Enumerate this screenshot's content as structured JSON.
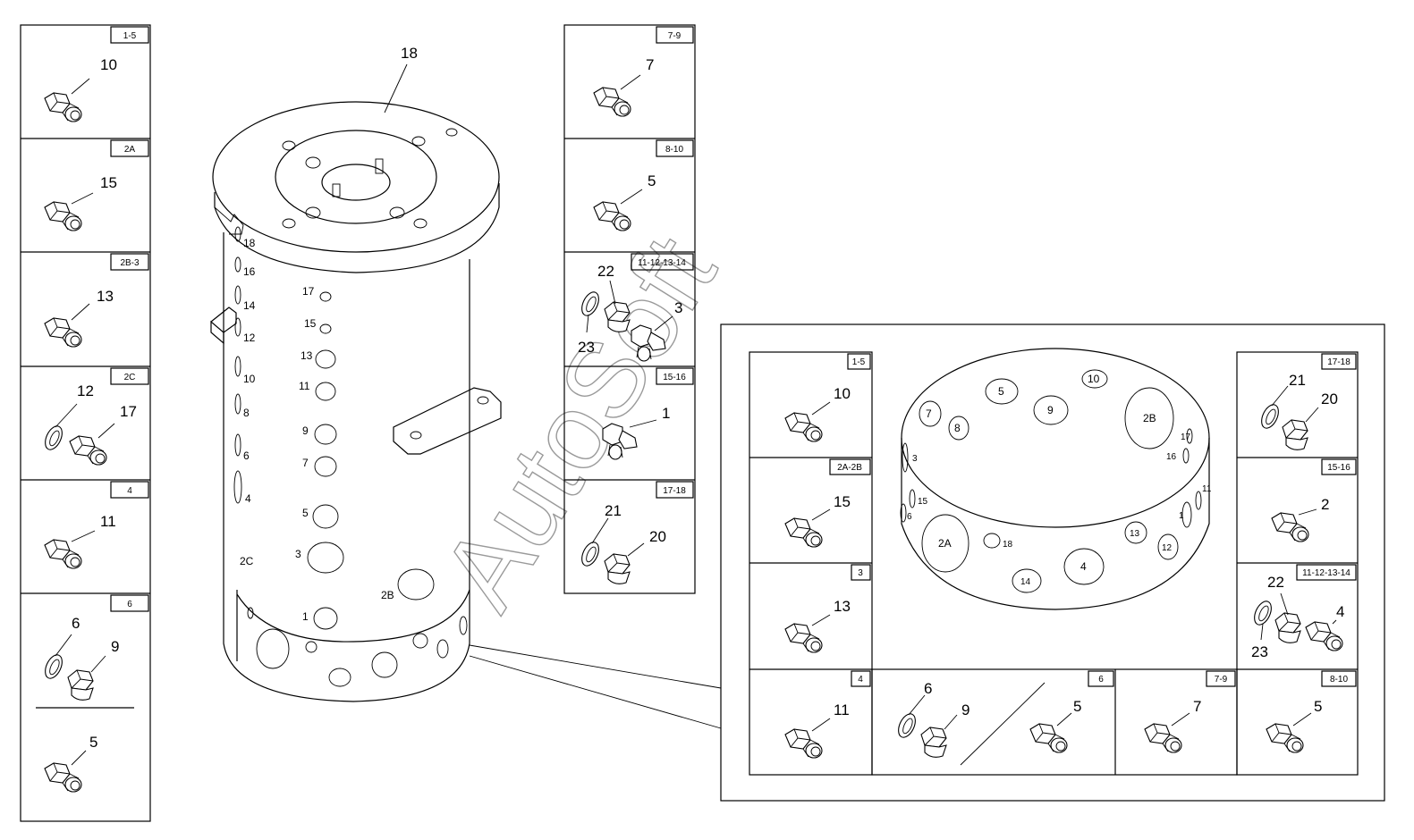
{
  "watermark": "AutoSoft",
  "main_label": "18",
  "cylinder_port_labels": [
    "18",
    "16",
    "14",
    "12",
    "10",
    "8",
    "6",
    "4",
    "17",
    "15",
    "13",
    "11",
    "9",
    "7",
    "5",
    "3",
    "1",
    "2C",
    "2B"
  ],
  "left_panels": [
    {
      "tag": "1-5",
      "labels": [
        "10"
      ]
    },
    {
      "tag": "2A",
      "labels": [
        "15"
      ]
    },
    {
      "tag": "2B-3",
      "labels": [
        "13"
      ]
    },
    {
      "tag": "2C",
      "labels": [
        "12",
        "17"
      ]
    },
    {
      "tag": "4",
      "labels": [
        "11"
      ]
    },
    {
      "tag": "6",
      "labels": [
        "6",
        "9",
        "5"
      ]
    }
  ],
  "middle_panels": [
    {
      "tag": "7-9",
      "labels": [
        "7"
      ]
    },
    {
      "tag": "8-10",
      "labels": [
        "5"
      ]
    },
    {
      "tag": "11-12-13-14",
      "labels": [
        "22",
        "3",
        "23"
      ]
    },
    {
      "tag": "15-16",
      "labels": [
        "1"
      ]
    },
    {
      "tag": "17-18",
      "labels": [
        "21",
        "20"
      ]
    }
  ],
  "detail_left_panels": [
    {
      "tag": "1-5",
      "labels": [
        "10"
      ]
    },
    {
      "tag": "2A-2B",
      "labels": [
        "15"
      ]
    },
    {
      "tag": "3",
      "labels": [
        "13"
      ]
    },
    {
      "tag": "4",
      "labels": [
        "11"
      ]
    }
  ],
  "detail_right_panels": [
    {
      "tag": "17-18",
      "labels": [
        "21",
        "20"
      ]
    },
    {
      "tag": "15-16",
      "labels": [
        "2"
      ]
    },
    {
      "tag": "11-12-13-14",
      "labels": [
        "22",
        "4",
        "23"
      ]
    },
    {
      "tag": "8-10",
      "labels": [
        "5"
      ]
    }
  ],
  "detail_bottom_panels": [
    {
      "tag": "6",
      "labels": [
        "6",
        "9",
        "5"
      ]
    },
    {
      "tag": "7-9",
      "labels": [
        "7"
      ]
    }
  ],
  "ring_port_labels": [
    "5",
    "10",
    "7",
    "8",
    "9",
    "2B",
    "17",
    "16",
    "3",
    "11",
    "15",
    "6",
    "1",
    "2A",
    "18",
    "13",
    "12",
    "14",
    "4"
  ]
}
